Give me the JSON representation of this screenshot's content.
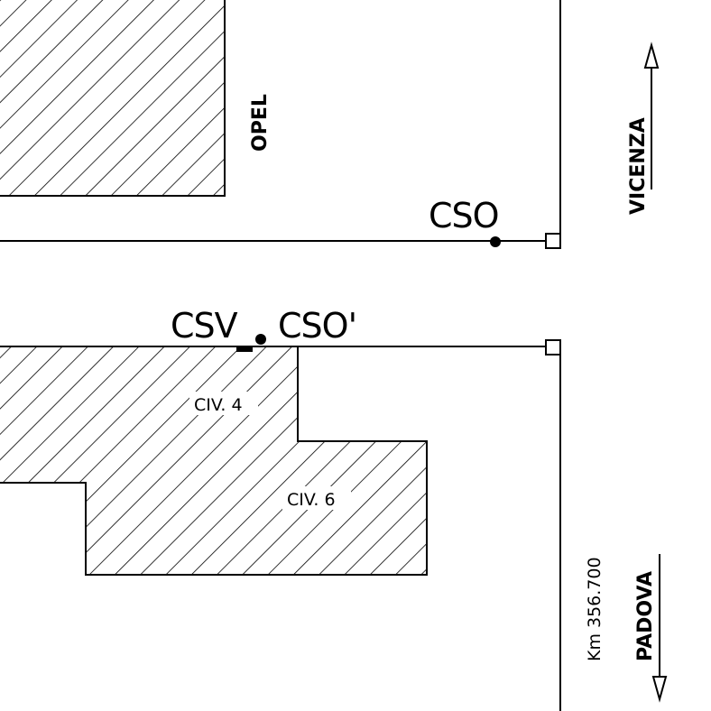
{
  "labels": {
    "opel": "OPEL",
    "cso": "CSO",
    "csv": "CSV",
    "cso_prime": "CSO'",
    "civ4": "CIV. 4",
    "civ6": "CIV. 6",
    "vicenza": "VICENZA",
    "padova": "PADOVA",
    "km": "Km 356.700"
  },
  "colors": {
    "ink": "#000000",
    "background": "#ffffff"
  }
}
